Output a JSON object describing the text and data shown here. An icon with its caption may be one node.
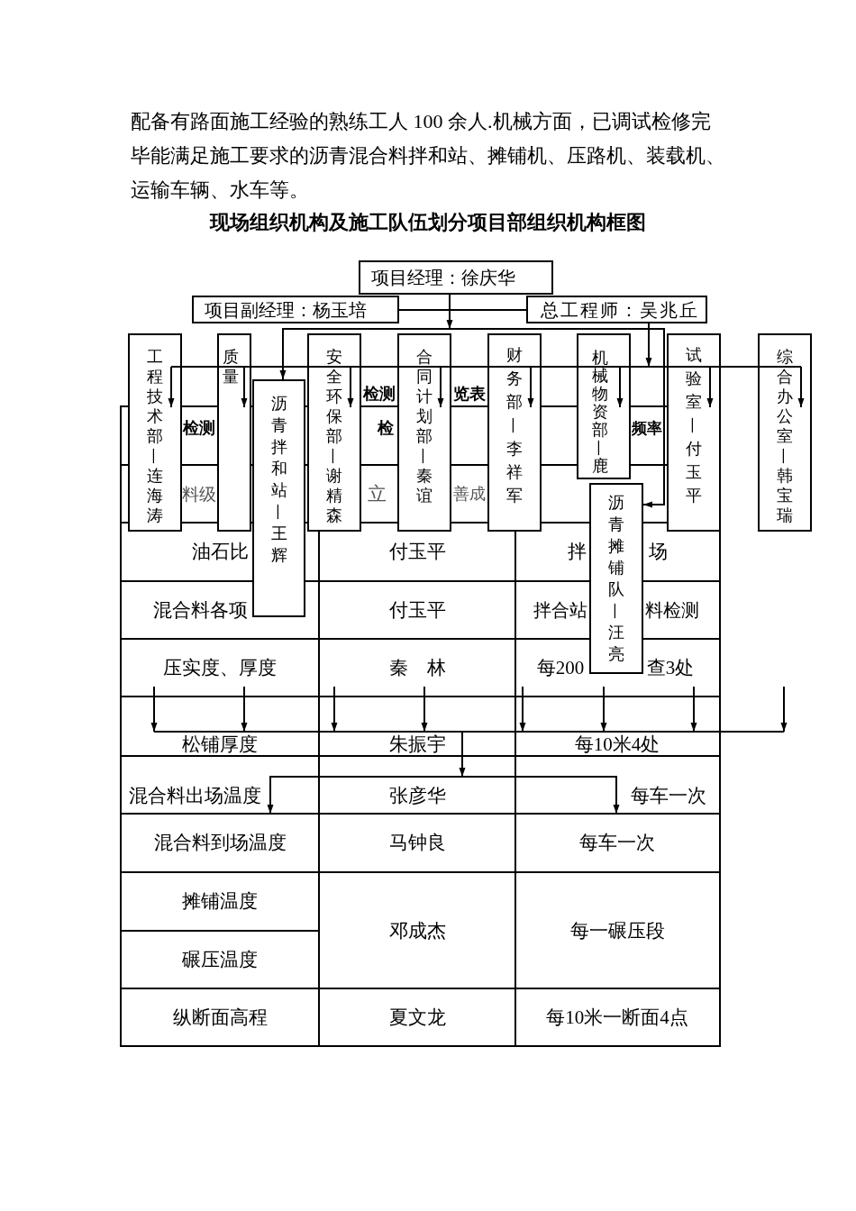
{
  "diagram": {
    "title": "现场组织机构及施工队伍划分项目部组织机构框图",
    "nodes": [
      {
        "text": [
          "项目经理：徐庆华"
        ]
      },
      {
        "text": [
          "项目副经理：杨玉培"
        ]
      },
      {
        "text": [
          "总工程师：吴兆丘"
        ]
      },
      {
        "text": [
          "工程技术部—连海涛"
        ]
      },
      {
        "text": [
          "质量"
        ]
      },
      {
        "text": [
          "沥青拌和站—王辉"
        ]
      },
      {
        "text": [
          "安全环保部—谢精森"
        ]
      },
      {
        "text": [
          "合同计划部—秦谊"
        ]
      },
      {
        "text": [
          "财务部—李祥军"
        ]
      },
      {
        "text": [
          "机械物资部—鹿"
        ]
      },
      {
        "text": [
          "沥青摊铺队—汪亮"
        ]
      },
      {
        "text": [
          "试验室—付玉平"
        ]
      },
      {
        "text": [
          "综合办公室—韩宝瑞"
        ]
      }
    ],
    "edges": [
      {
        "from": 1,
        "to": 2,
        "arrow": "none"
      },
      {
        "from": 0,
        "to": 5,
        "arrow": "to"
      },
      {
        "from": 0,
        "to": 10,
        "arrow": "to"
      },
      {
        "from": 2,
        "to": 3,
        "arrow": "to"
      },
      {
        "from": 2,
        "to": 4,
        "arrow": "to"
      },
      {
        "from": 2,
        "to": 6,
        "arrow": "to"
      },
      {
        "from": 2,
        "to": 7,
        "arrow": "to"
      },
      {
        "from": 2,
        "to": 8,
        "arrow": "to"
      },
      {
        "from": 2,
        "to": 9,
        "arrow": "to"
      },
      {
        "from": 2,
        "to": 11,
        "arrow": "to"
      },
      {
        "from": 2,
        "to": 12,
        "arrow": "to"
      }
    ],
    "labels": [
      "配备有路面施工经验的熟练工人 100 余人.机械方面，已调试检修完毕能满足施工要求的沥青混合料拌和站、摊铺机、压路机、装载机、运输车辆、水车等。",
      "检测",
      "览表",
      "检测",
      "检",
      "频率",
      "料级",
      "立",
      "善成",
      "油石比",
      "付玉平",
      "拌",
      "场",
      "混合料各项",
      "付玉平",
      "拌合站",
      "料检测",
      "压实度、厚度",
      "秦　林",
      "每200",
      "查3处",
      "松铺厚度",
      "朱振宇",
      "每10米4处",
      "混合料出场温度",
      "张彦华",
      "每车一次",
      "混合料到场温度",
      "马钟良",
      "每车一次",
      "摊铺温度",
      "邓成杰",
      "每一碾压段",
      "碾压温度",
      "纵断面高程",
      "夏文龙",
      "每10米一断面4点"
    ]
  }
}
